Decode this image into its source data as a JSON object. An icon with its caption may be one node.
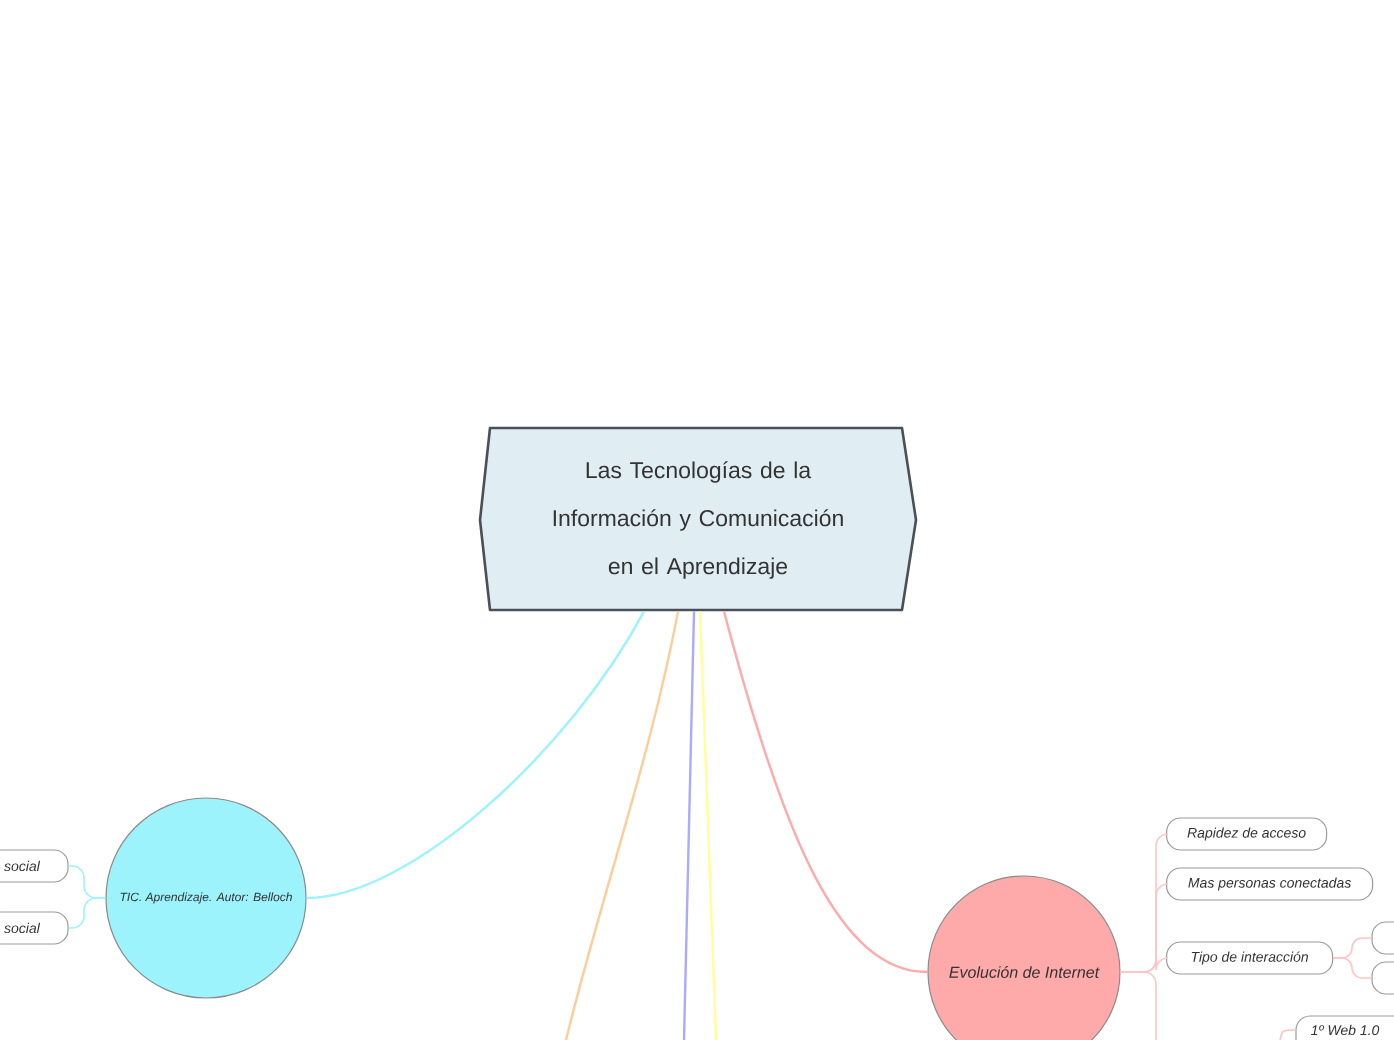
{
  "diagram": {
    "nodes": [
      {
        "text": [
          "Las Tecnologías de la Información y Comunicación en el Aprendizaje"
        ]
      },
      {
        "text": [
          "TIC. Aprendizaje. Autor: Belloch"
        ]
      },
      {
        "text": [
          "social"
        ]
      },
      {
        "text": [
          "social"
        ]
      },
      {
        "text": [
          "Evolución de Internet"
        ]
      },
      {
        "text": [
          "Rapidez de acceso"
        ]
      },
      {
        "text": [
          "Mas personas conectadas"
        ]
      },
      {
        "text": [
          "Tipo de interacción"
        ]
      },
      {
        "text": [],
        "shape": "box"
      },
      {
        "text": [],
        "shape": "box"
      },
      {
        "text": [
          "1º Web 1.0"
        ]
      }
    ],
    "edges": [
      {
        "from": 0,
        "to": 1,
        "arrow": "none",
        "color": "#9df3fc"
      },
      {
        "from": 0,
        "to": null,
        "arrow": "none",
        "color": "#ffcc99"
      },
      {
        "from": 0,
        "to": null,
        "arrow": "none",
        "color": "#aaaaff"
      },
      {
        "from": 0,
        "to": null,
        "arrow": "none",
        "color": "#ffff99"
      },
      {
        "from": 0,
        "to": 4,
        "arrow": "none",
        "color": "#ffaaaa"
      },
      {
        "from": 1,
        "to": 2,
        "arrow": "none",
        "color": "#9df3fc"
      },
      {
        "from": 1,
        "to": 3,
        "arrow": "none",
        "color": "#9df3fc"
      },
      {
        "from": 4,
        "to": 5,
        "arrow": "none",
        "color": "#ffc4c4"
      },
      {
        "from": 4,
        "to": 6,
        "arrow": "none",
        "color": "#ffc4c4"
      },
      {
        "from": 4,
        "to": 7,
        "arrow": "none",
        "color": "#ffc4c4"
      },
      {
        "from": 7,
        "to": 8,
        "arrow": "none",
        "color": "#ffc4c4"
      },
      {
        "from": 7,
        "to": 9,
        "arrow": "none",
        "color": "#ffc4c4"
      },
      {
        "from": 4,
        "to": null,
        "arrow": "none",
        "color": "#ffc4c4"
      },
      {
        "from": null,
        "to": 10,
        "arrow": "none",
        "color": "#ffc4c4"
      }
    ]
  }
}
